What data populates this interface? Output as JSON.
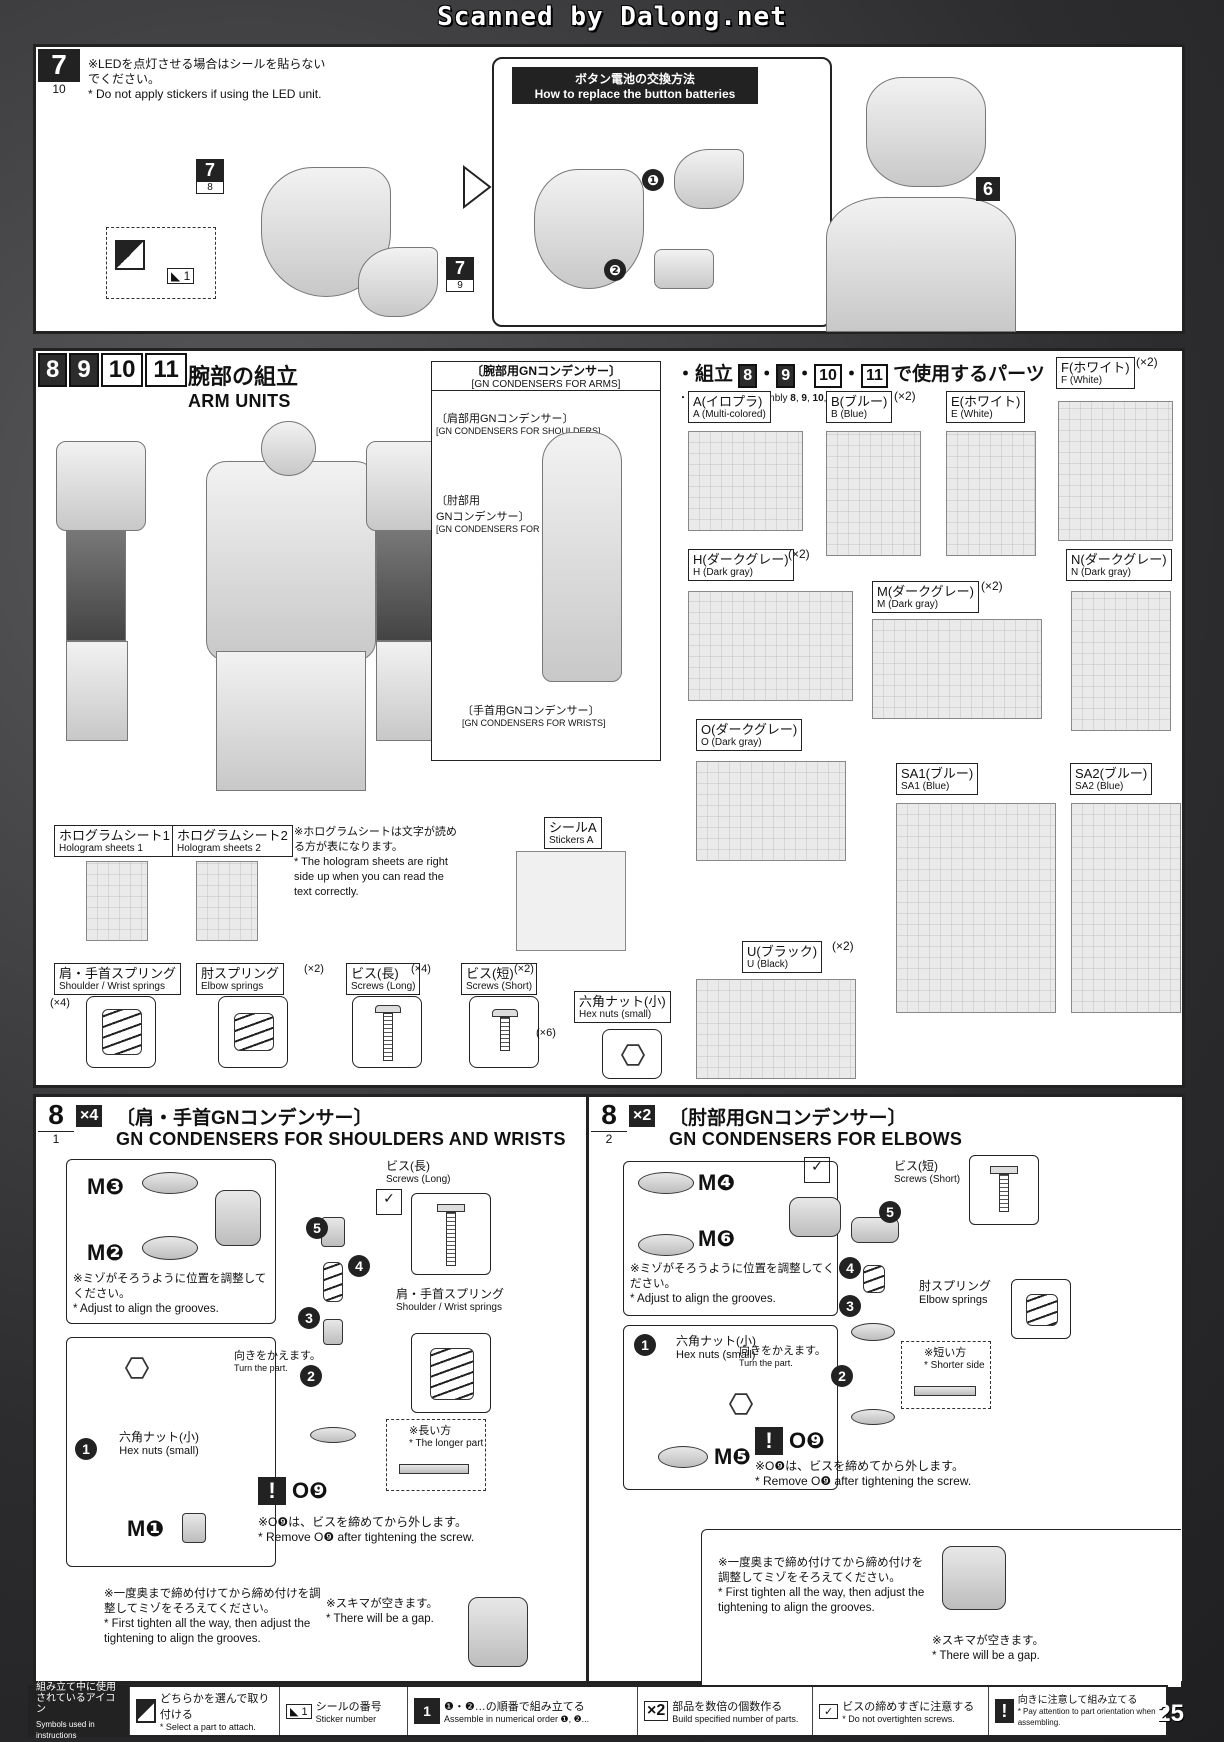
{
  "scanner": "Scanned by Dalong.net",
  "page_number": "25",
  "step7": {
    "num": "7",
    "sub": "10",
    "note_jp": "※LEDを点灯させる場合はシールを貼らないでください。",
    "note_en": "* Do not apply stickers if using the LED unit.",
    "tag_a_num": "7",
    "tag_a_sub": "8",
    "tag_b_num": "7",
    "tag_b_sub": "9",
    "sticker_num": "1",
    "battery_title_jp": "ボタン電池の交換方法",
    "battery_title_en": "How to replace the button batteries",
    "arrow1": "❶",
    "arrow2": "❷",
    "tag_c": "6"
  },
  "arm": {
    "nums": [
      "8",
      "9",
      "10",
      "11"
    ],
    "title_jp": "腕部の組立",
    "title_en": "ARM UNITS",
    "gn_arms_jp": "〔腕部用GNコンデンサー〕",
    "gn_arms_en": "[GN CONDENSERS FOR ARMS]",
    "gn_shoulders_jp": "〔肩部用GNコンデンサー〕",
    "gn_shoulders_en": "[GN CONDENSERS FOR SHOULDERS]",
    "gn_elbows_jp1": "〔肘部用",
    "gn_elbows_jp2": "GNコンデンサー〕",
    "gn_elbows_en": "[GN CONDENSERS FOR ELBOWS]",
    "gn_wrists_jp": "〔手首用GNコンデンサー〕",
    "gn_wrists_en": "[GN CONDENSERS FOR WRISTS]"
  },
  "parts_used": {
    "prefix": "・組立",
    "nums": [
      "8",
      "9",
      "10",
      "11"
    ],
    "suffix": "で使用するパーツ",
    "en_prefix": "・Parts for the assembly",
    "en_and": "and",
    "runners": [
      {
        "jp": "A(イロプラ)",
        "en": "A (Multi-colored)",
        "count": ""
      },
      {
        "jp": "B(ブルー)",
        "en": "B (Blue)",
        "count": "(×2)"
      },
      {
        "jp": "E(ホワイト)",
        "en": "E (White)",
        "count": ""
      },
      {
        "jp": "F(ホワイト)",
        "en": "F (White)",
        "count": "(×2)"
      },
      {
        "jp": "H(ダークグレー)",
        "en": "H (Dark gray)",
        "count": "(×2)"
      },
      {
        "jp": "M(ダークグレー)",
        "en": "M (Dark gray)",
        "count": "(×2)"
      },
      {
        "jp": "N(ダークグレー)",
        "en": "N (Dark gray)",
        "count": ""
      },
      {
        "jp": "O(ダークグレー)",
        "en": "O (Dark gray)",
        "count": ""
      },
      {
        "jp": "SA1(ブルー)",
        "en": "SA1 (Blue)",
        "count": ""
      },
      {
        "jp": "SA2(ブルー)",
        "en": "SA2 (Blue)",
        "count": ""
      },
      {
        "jp": "U(ブラック)",
        "en": "U (Black)",
        "count": "(×2)"
      }
    ]
  },
  "accessories": {
    "holo1_jp": "ホログラムシート1",
    "holo1_en": "Hologram sheets 1",
    "holo2_jp": "ホログラムシート2",
    "holo2_en": "Hologram sheets 2",
    "holo_note_jp": "※ホログラムシートは文字が読める方が表になります。",
    "holo_note_en": "* The hologram sheets are right side up when you can read the text correctly.",
    "sticker_jp": "シールA",
    "sticker_en": "Stickers A",
    "spring_sw_jp": "肩・手首スプリング",
    "spring_sw_en": "Shoulder / Wrist springs",
    "spring_sw_count": "(×4)",
    "spring_e_jp": "肘スプリング",
    "spring_e_en": "Elbow springs",
    "spring_e_count": "(×2)",
    "screw_l_jp": "ビス(長)",
    "screw_l_en": "Screws (Long)",
    "screw_l_count": "(×4)",
    "screw_s_jp": "ビス(短)",
    "screw_s_en": "Screws (Short)",
    "screw_s_count": "(×2)",
    "hex_jp": "六角ナット(小)",
    "hex_en": "Hex nuts (small)",
    "hex_count": "(×6)"
  },
  "step8a": {
    "num": "8",
    "sub": "1",
    "mult": "×4",
    "title_jp": "〔肩・手首GNコンデンサー〕",
    "title_en": "GN CONDENSERS FOR SHOULDERS AND WRISTS",
    "m3": "M❸",
    "m2": "M❷",
    "m1": "M❶",
    "align_jp": "※ミゾがそろうように位置を調整してください。",
    "align_en": "* Adjust to align the grooves.",
    "screw_jp": "ビス(長)",
    "screw_en": "Screws (Long)",
    "spring_jp": "肩・手首スプリング",
    "spring_en": "Shoulder / Wrist springs",
    "hex_jp": "六角ナット(小)",
    "hex_en": "Hex nuts (small)",
    "turn_jp": "向きをかえます。",
    "turn_en": "Turn the part.",
    "longer_jp": "※長い方",
    "longer_en": "* The longer part",
    "remove_code": "O❾",
    "remove_jp": "※O❾は、ビスを締めてから外します。",
    "remove_en": "* Remove O❾ after tightening the screw.",
    "tighten_jp": "※一度奥まで締め付けてから締め付けを調整してミゾをそろえてください。",
    "tighten_en": "* First tighten all the way, then adjust the tightening to align the grooves.",
    "gap_jp": "※スキマが空きます。",
    "gap_en": "* There will be a gap."
  },
  "step8b": {
    "num": "8",
    "sub": "2",
    "mult": "×2",
    "title_jp": "〔肘部用GNコンデンサー〕",
    "title_en": "GN CONDENSERS FOR ELBOWS",
    "m4": "M❹",
    "m6": "M❻",
    "m5": "M❺",
    "align_jp": "※ミゾがそろうように位置を調整してください。",
    "align_en": "* Adjust to align the grooves.",
    "screw_jp": "ビス(短)",
    "screw_en": "Screws (Short)",
    "spring_jp": "肘スプリング",
    "spring_en": "Elbow springs",
    "hex_jp": "六角ナット(小)",
    "hex_en": "Hex nuts (small)",
    "turn_jp": "向きをかえます。",
    "turn_en": "Turn the part.",
    "shorter_jp": "※短い方",
    "shorter_en": "* Shorter side",
    "remove_code": "O❾",
    "remove_jp": "※O❾は、ビスを締めてから外します。",
    "remove_en": "* Remove O❾ after tightening the screw.",
    "tighten_jp": "※一度奥まで締め付けてから締め付けを調整してミゾをそろえてください。",
    "tighten_en": "* First tighten all the way, then adjust the tightening to align the grooves.",
    "gap_jp": "※スキマが空きます。",
    "gap_en": "* There will be a gap."
  },
  "footer": {
    "icons_jp": "組み立て中に使用されているアイコン",
    "icons_en": "Symbols used in instructions",
    "choose_jp": "どちらかを選んで取り付ける",
    "choose_en": "* Select a part to attach.",
    "sticker_jp": "シールの番号",
    "sticker_en": "Sticker number",
    "order_jp": "❶・❷…の順番で組み立てる",
    "order_en": "Assemble in numerical order ❶, ❷...",
    "mult_icon": "×2",
    "mult_jp": "部品を数倍の個数作る",
    "mult_en": "Build specified number of parts.",
    "screw_jp": "ビスの締めすぎに注意する",
    "screw_en": "* Do not overtighten screws.",
    "attn_jp": "向きに注意して組み立てる",
    "attn_en": "* Pay attention to part orientation when assembling."
  }
}
